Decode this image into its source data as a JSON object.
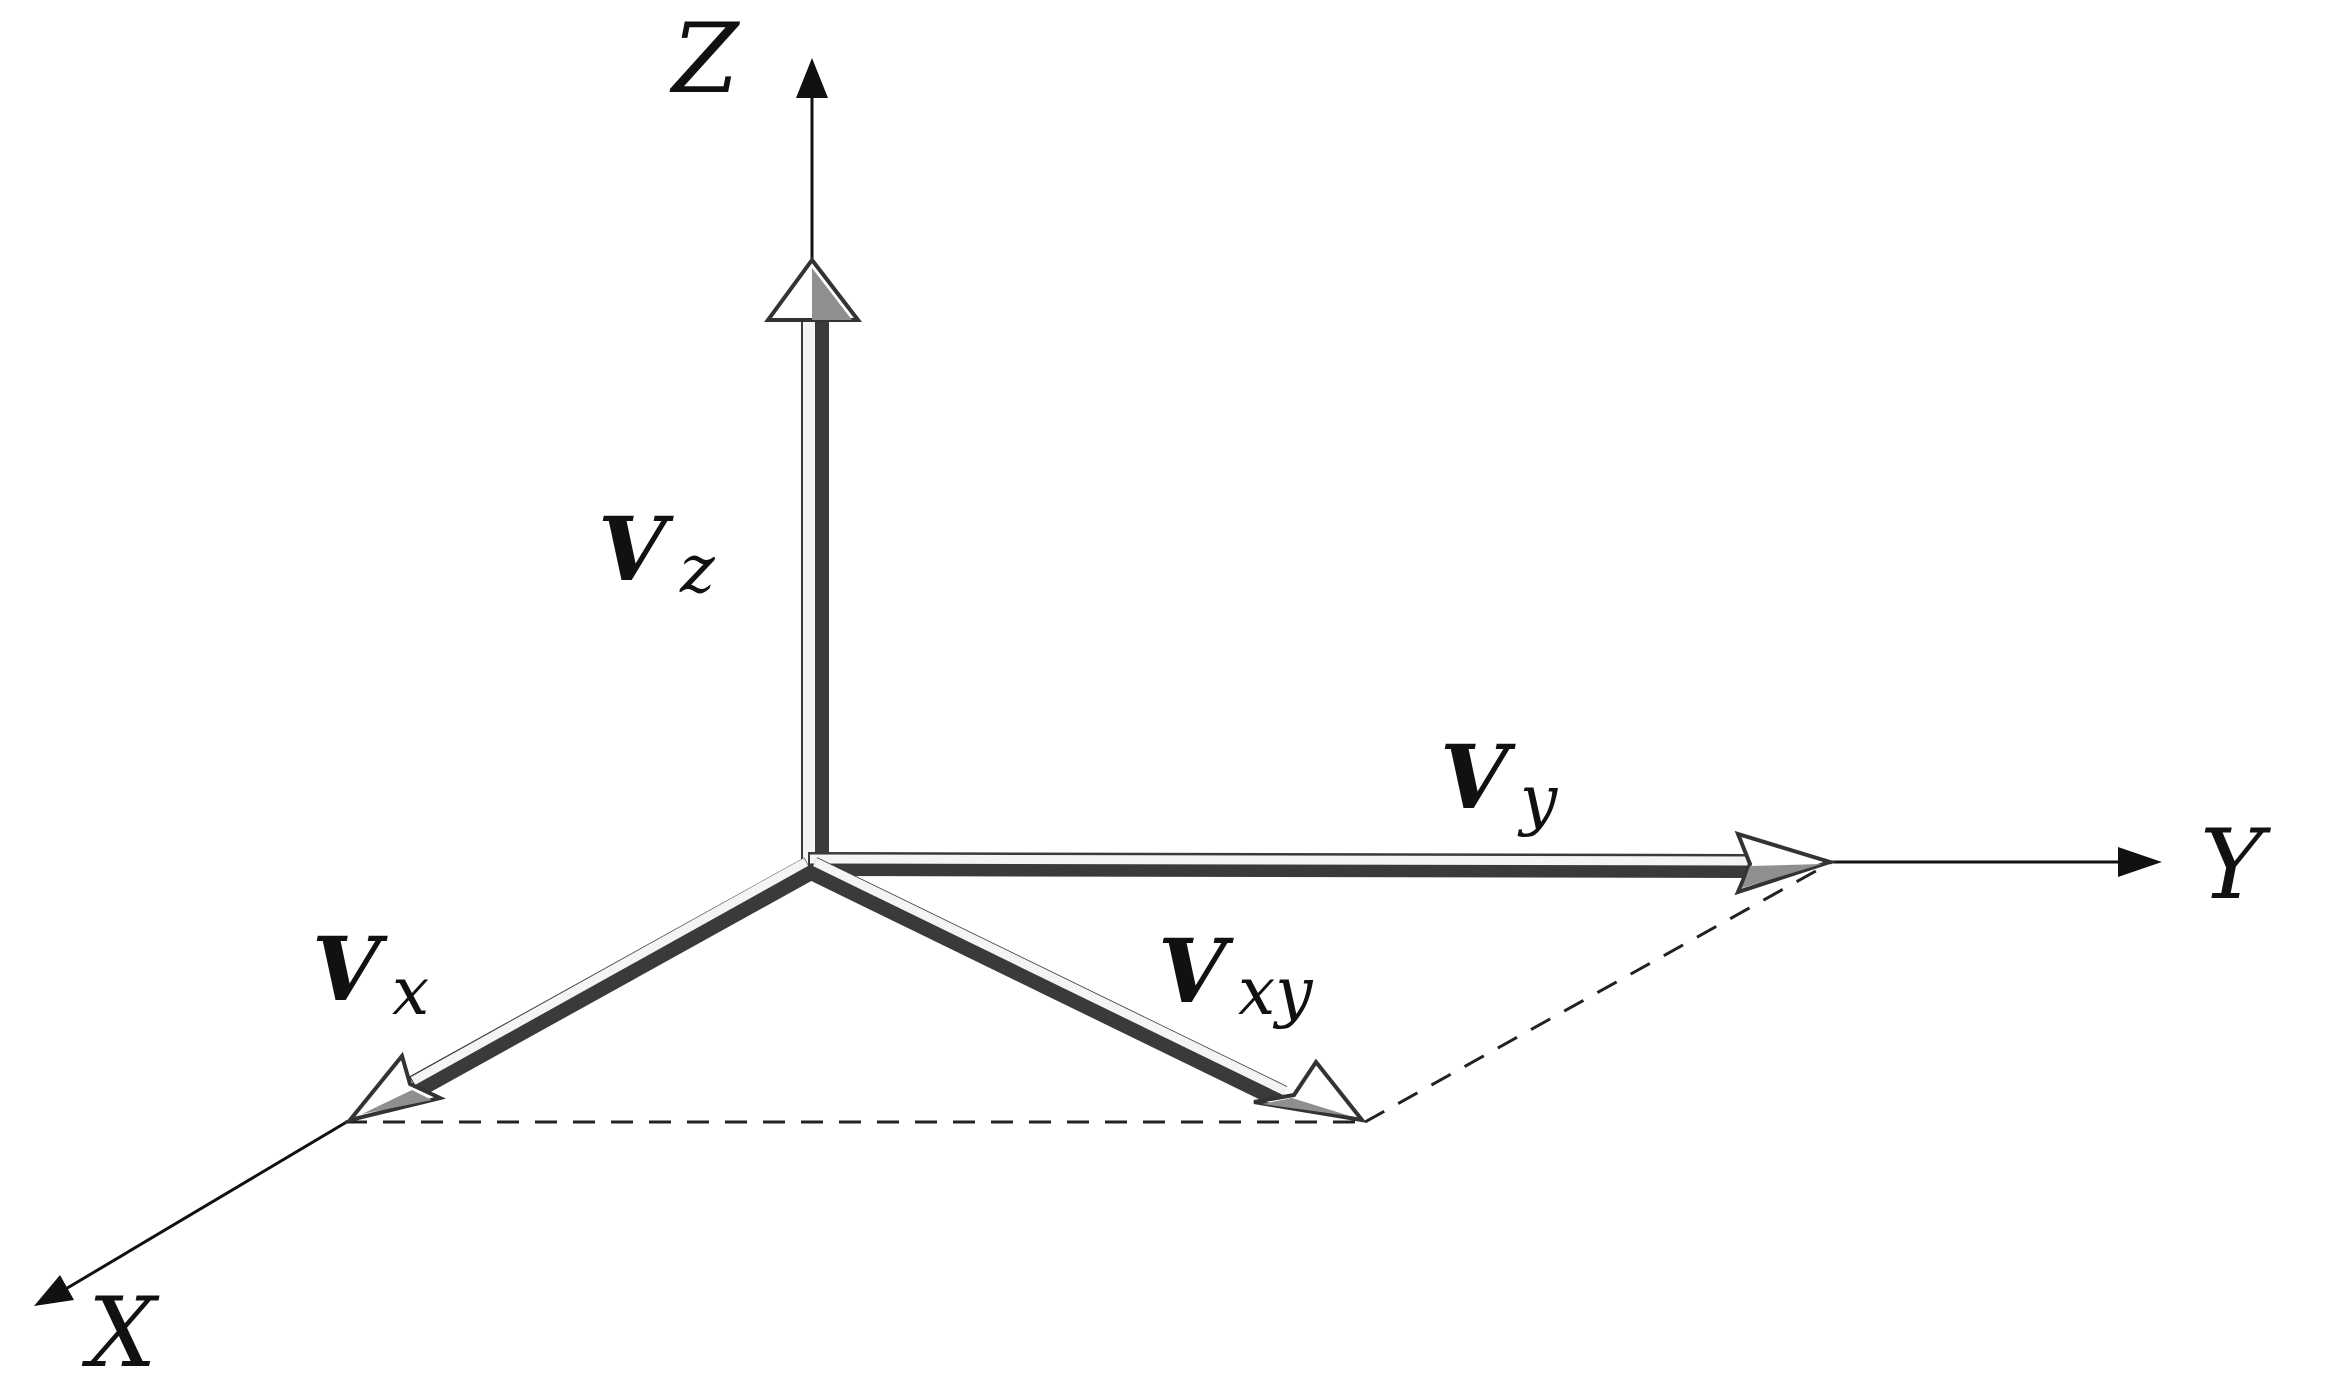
{
  "axes": {
    "x_label": "X",
    "y_label": "Y",
    "z_label": "Z"
  },
  "vectors": {
    "vz": {
      "main": "V",
      "sub": "z"
    },
    "vy": {
      "main": "V",
      "sub": "y"
    },
    "vx": {
      "main": "V",
      "sub": "x"
    },
    "vxy": {
      "main": "V",
      "sub": "xy"
    }
  }
}
